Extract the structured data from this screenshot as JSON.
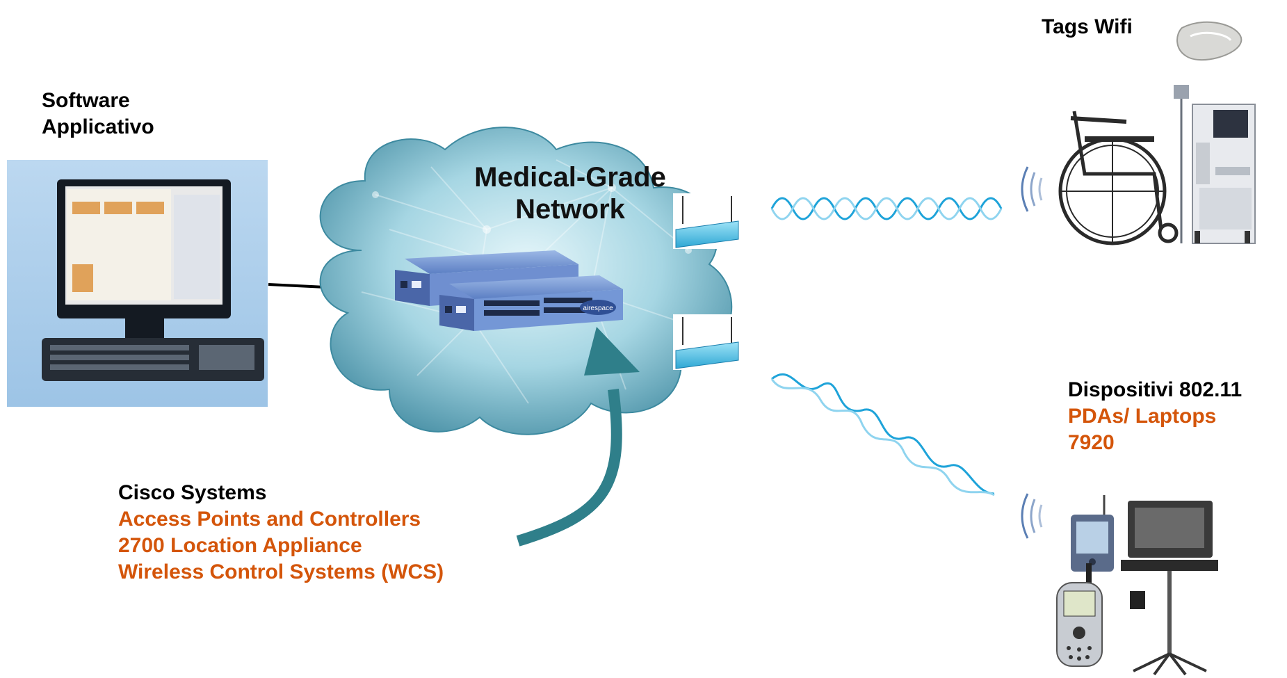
{
  "software": {
    "line1": "Software",
    "line2": "Applicativo"
  },
  "network": {
    "line1": "Medical-Grade",
    "line2": "Network"
  },
  "tags": {
    "label": "Tags Wifi"
  },
  "devices": {
    "title": "Dispositivi 802.11",
    "line1": "PDAs/ Laptops",
    "line2": "7920"
  },
  "cisco": {
    "title": "Cisco Systems",
    "items": [
      "Access Points and Controllers",
      "2700 Location Appliance",
      "Wireless Control Systems (WCS)"
    ]
  },
  "switch": {
    "brand": "airespace"
  },
  "colors": {
    "accent": "#d4550a",
    "cloud": "#8fc9d9",
    "wave": "#1ea3d9",
    "arrow": "#2f7f8a"
  }
}
